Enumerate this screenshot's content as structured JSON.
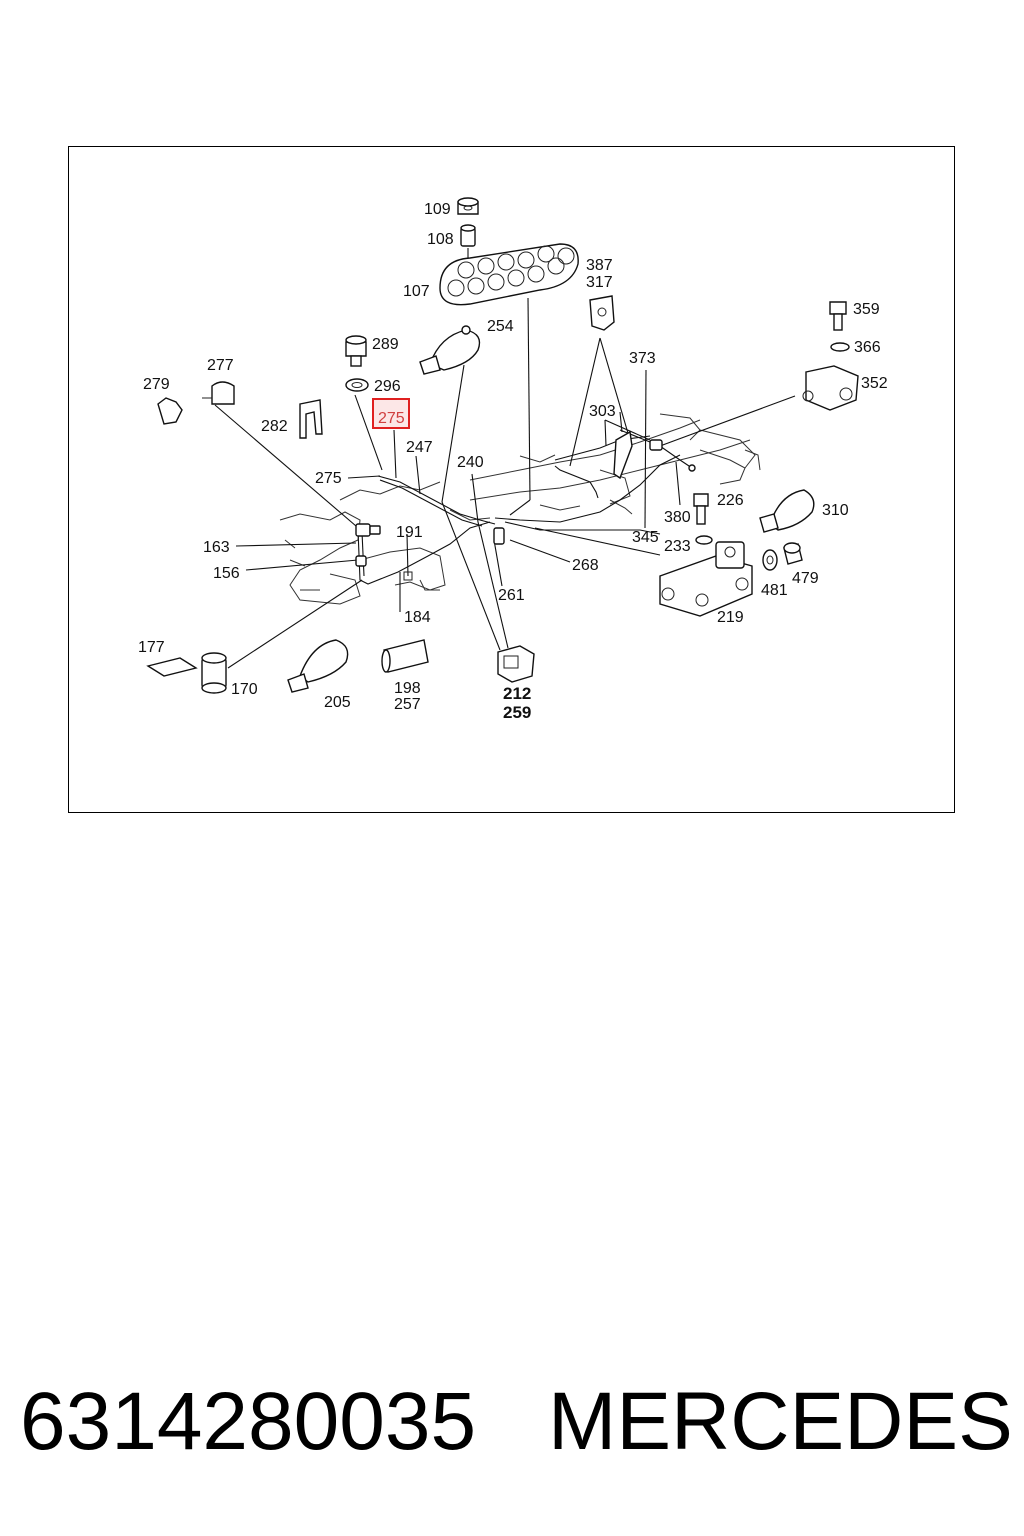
{
  "footer": {
    "part_number": "6314280035",
    "brand": "MERCEDES"
  },
  "diagram": {
    "highlighted_label": "275",
    "labels": {
      "l109": "109",
      "l108": "108",
      "l107": "107",
      "l387": "387",
      "l317": "317",
      "l254": "254",
      "l359": "359",
      "l289": "289",
      "l366": "366",
      "l373": "373",
      "l352": "352",
      "l277": "277",
      "l279": "279",
      "l296": "296",
      "l303": "303",
      "l282": "282",
      "l247": "247",
      "l240": "240",
      "l275": "275",
      "l226": "226",
      "l310": "310",
      "l380": "380",
      "l191": "191",
      "l345": "345",
      "l233": "233",
      "l163": "163",
      "l268": "268",
      "l479": "479",
      "l156": "156",
      "l481": "481",
      "l261": "261",
      "l219": "219",
      "l184": "184",
      "l177": "177",
      "l170": "170",
      "l198": "198",
      "l212": "212",
      "l205": "205",
      "l257": "257",
      "l259": "259"
    }
  }
}
